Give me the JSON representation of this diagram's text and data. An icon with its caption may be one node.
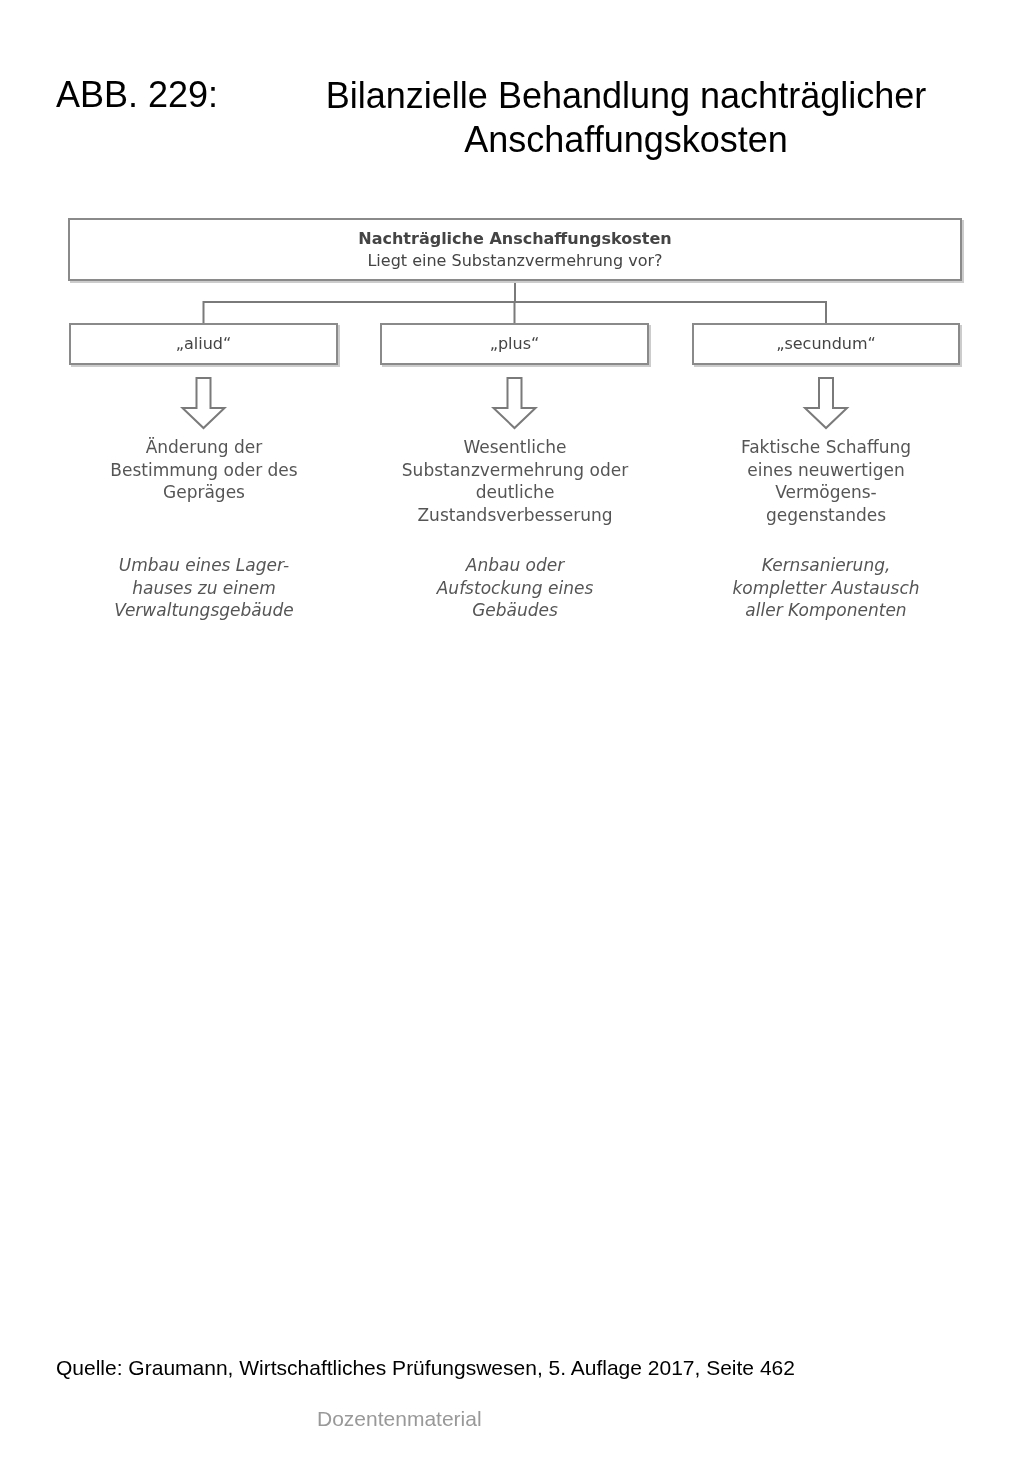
{
  "diagram": {
    "title": "Bilanzielle Behandlung nachträglicher Anschaffungskosten",
    "caption": "Quelle: Graumann, Wirtschaftliches Prüfungswesen, 5. Auflage 2017, Seite 462",
    "nodes": [
      {
        "text": [
          "Nachträgliche Anschaffungskosten",
          "Liegt eine Substanzvermehrung vor?"
        ]
      },
      {
        "text": [
          "„aliud“"
        ]
      },
      {
        "text": [
          "„plus“"
        ]
      },
      {
        "text": [
          "„secundum“"
        ]
      },
      {
        "text": [
          "Änderung der Bestimmung oder des Gepräges"
        ],
        "beside": [
          "Umbau eines Lager- hauses zu einem Verwaltungsgebäude"
        ]
      },
      {
        "text": [
          "Wesentliche Substanzvermehrung oder deutliche Zustandsverbesserung"
        ],
        "beside": [
          "Anbau oder Aufstockung eines Gebäudes"
        ]
      },
      {
        "text": [
          "Faktische Schaffung eines neuwertigen Vermögens- gegenstandes"
        ],
        "beside": [
          "Kernsanierung, kompletter Austausch aller Komponenten"
        ]
      }
    ],
    "edges": [
      {
        "from": 0,
        "to": 1,
        "arrow": "none"
      },
      {
        "from": 0,
        "to": 2,
        "arrow": "none"
      },
      {
        "from": 0,
        "to": 3,
        "arrow": "none"
      },
      {
        "from": 1,
        "to": 4,
        "arrow": "to"
      },
      {
        "from": 2,
        "to": 5,
        "arrow": "to"
      },
      {
        "from": 3,
        "to": 6,
        "arrow": "to"
      }
    ],
    "labels": [
      "ABB. 229:",
      "Dozentenmaterial"
    ]
  }
}
